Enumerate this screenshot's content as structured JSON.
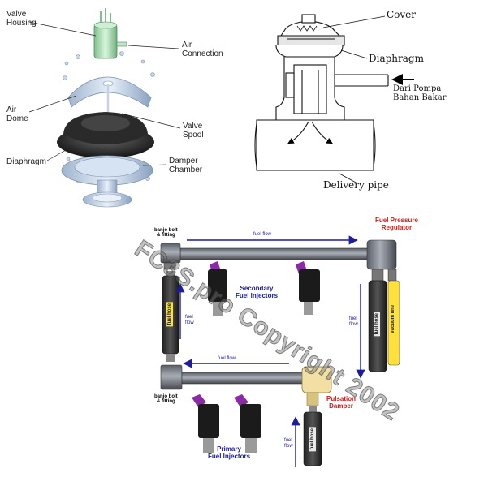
{
  "top_left": {
    "labels": {
      "valve_housing": "Valve\nHousing",
      "air_connection": "Air\nConnection",
      "air_dome": "Air\nDome",
      "valve_spool": "Valve\nSpool",
      "diaphragm": "Diaphragm",
      "damper_chamber": "Damper\nChamber"
    }
  },
  "top_right": {
    "labels": {
      "cover": "Cover",
      "diaphragm": "Diaphragm",
      "source": "Dari Pompa\nBahan Bakar",
      "delivery_pipe": "Delivery pipe"
    }
  },
  "bottom": {
    "labels": {
      "fuel_pressure_regulator": "Fuel Pressure\nRegulator",
      "banjo_top": "banjo bolt\n& fitting",
      "banjo_bottom": "banjo bolt\n& fitting",
      "secondary_injectors": "Secondary\nFuel Injectors",
      "primary_injectors": "Primary\nFuel Injectors",
      "pulsation_damper": "Pulsation\nDamper",
      "fuel_flow": "fuel flow",
      "fuel_flow_v": "fuel\nflow",
      "fuel_hose": "fuel hose",
      "vacuum_line": "vacuum line",
      "watermark": "FC3S.pro Copyright 2002"
    }
  }
}
